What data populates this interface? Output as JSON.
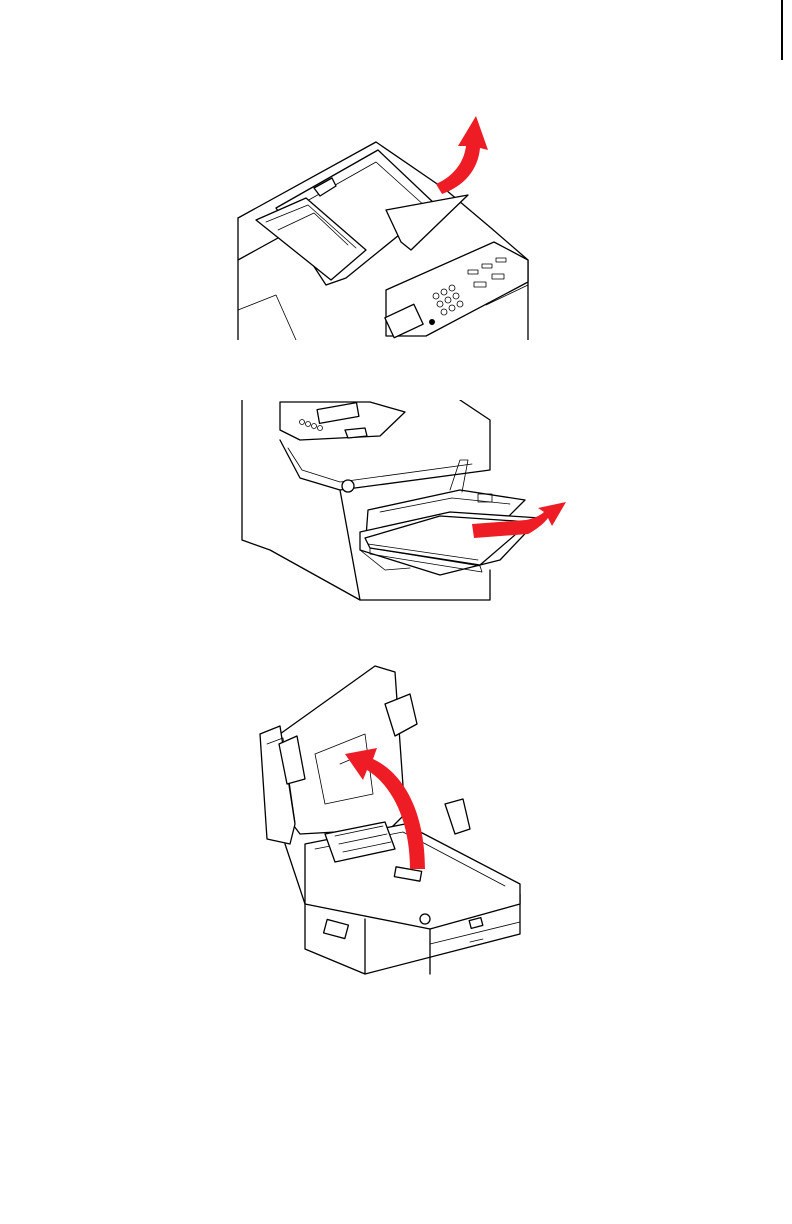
{
  "document": {
    "illustrations": [
      {
        "name": "remove-document-from-adf",
        "arrow_color": "#ee1c25"
      },
      {
        "name": "remove-paper-from-multipurpose-tray",
        "arrow_color": "#ee1c25"
      },
      {
        "name": "open-scanner-unit",
        "arrow_color": "#ee1c25"
      }
    ]
  },
  "colors": {
    "line": "#000000",
    "arrow": "#ee1c25",
    "background": "#ffffff"
  }
}
